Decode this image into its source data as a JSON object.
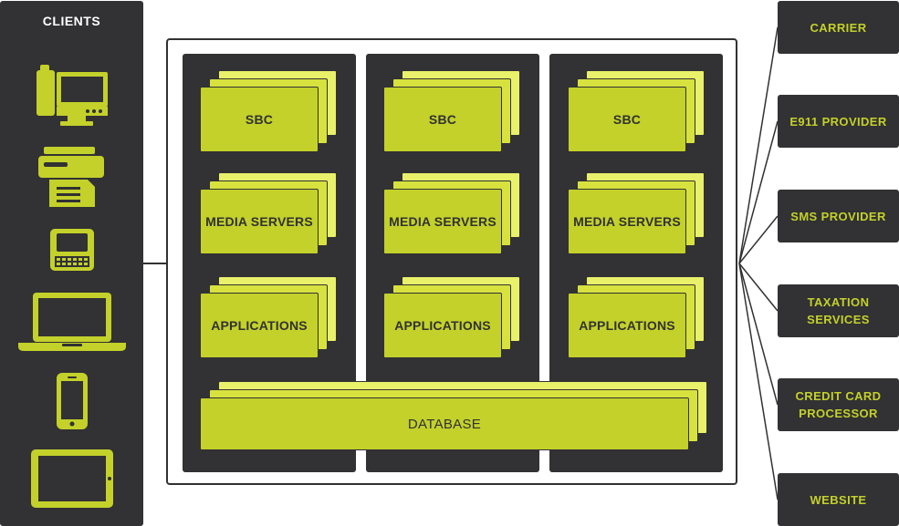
{
  "clients": {
    "title": "CLIENTS",
    "icons": [
      "desk-phone-icon",
      "fax-printer-icon",
      "smartphone-keyboard-icon",
      "laptop-icon",
      "mobile-phone-icon",
      "tablet-icon"
    ]
  },
  "columns": [
    {
      "sbc": "SBC",
      "media": "MEDIA SERVERS",
      "apps": "APPLICATIONS"
    },
    {
      "sbc": "SBC",
      "media": "MEDIA SERVERS",
      "apps": "APPLICATIONS"
    },
    {
      "sbc": "SBC",
      "media": "MEDIA SERVERS",
      "apps": "APPLICATIONS"
    }
  ],
  "database": "DATABASE",
  "providers": [
    {
      "line1": "CARRIER",
      "line2": ""
    },
    {
      "line1": "E911 PROVIDER",
      "line2": ""
    },
    {
      "line1": "SMS PROVIDER",
      "line2": ""
    },
    {
      "line1": "TAXATION",
      "line2": "SERVICES"
    },
    {
      "line1": "CREDIT CARD",
      "line2": "PROCESSOR"
    },
    {
      "line1": "WEBSITE",
      "line2": ""
    }
  ],
  "colors": {
    "dark": "#323133",
    "accent": "#c3d12a",
    "accent_light": "#e9f06a"
  }
}
